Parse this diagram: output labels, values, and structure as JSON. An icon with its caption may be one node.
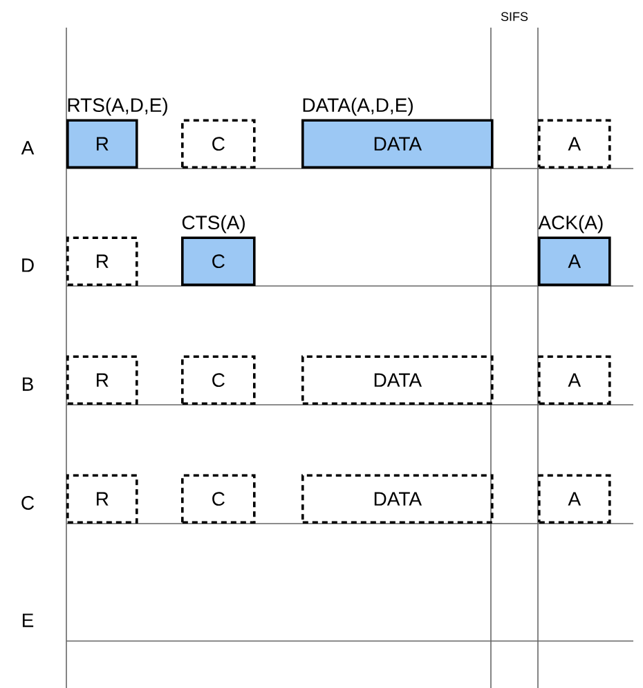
{
  "diagram": {
    "nodes": [
      {
        "text": [
          "R"
        ],
        "beside": [
          "RTS(A,D,E)"
        ]
      },
      {
        "text": [
          "C"
        ]
      },
      {
        "text": [
          "DATA"
        ],
        "beside": [
          "DATA(A,D,E)"
        ]
      },
      {
        "text": [
          "A"
        ]
      },
      {
        "text": [
          "R"
        ]
      },
      {
        "text": [
          "C"
        ],
        "beside": [
          "CTS(A)"
        ]
      },
      {
        "text": [
          "A"
        ],
        "beside": [
          "ACK(A)"
        ]
      },
      {
        "text": [
          "R"
        ]
      },
      {
        "text": [
          "C"
        ]
      },
      {
        "text": [
          "DATA"
        ]
      },
      {
        "text": [
          "A"
        ]
      },
      {
        "text": [
          "R"
        ]
      },
      {
        "text": [
          "C"
        ]
      },
      {
        "text": [
          "DATA"
        ]
      },
      {
        "text": [
          "A"
        ]
      }
    ],
    "labels": [
      "SIFS",
      "A",
      "D",
      "B",
      "C",
      "E"
    ]
  }
}
